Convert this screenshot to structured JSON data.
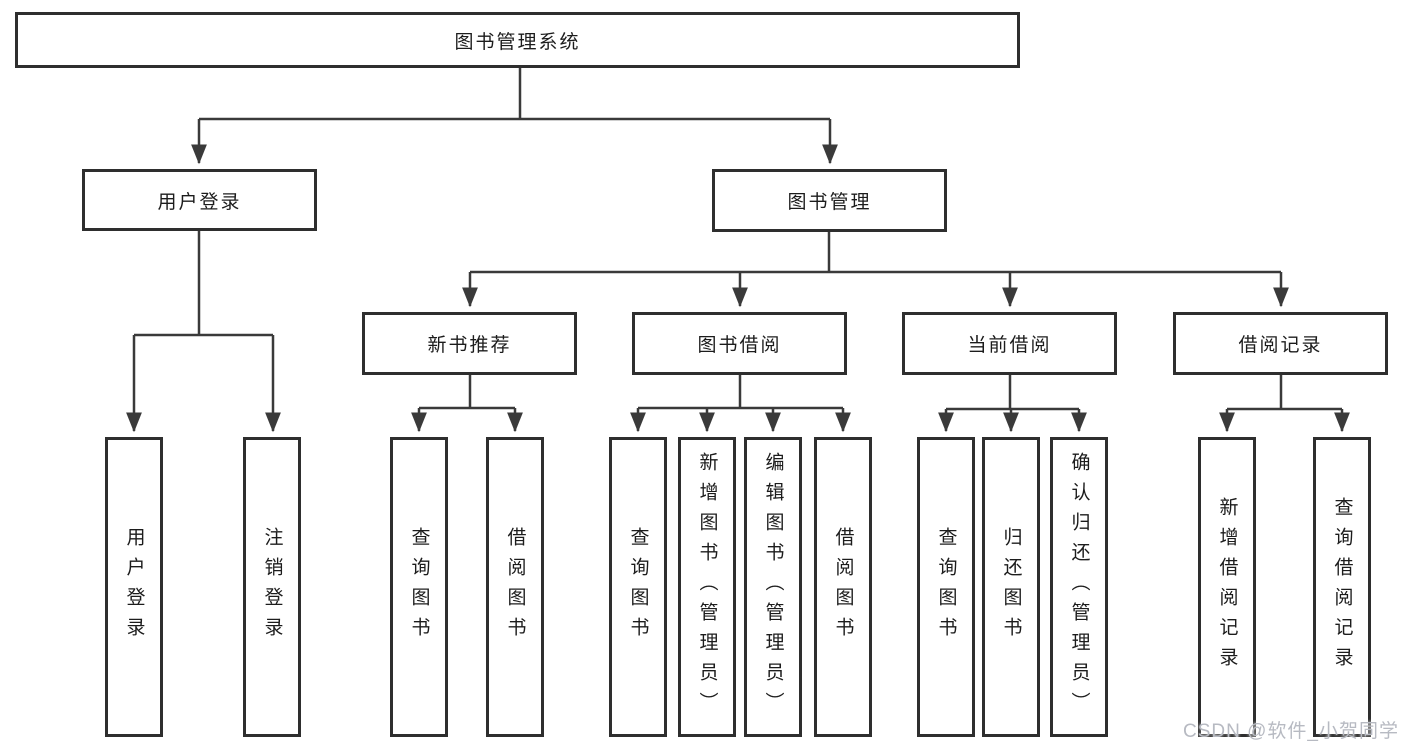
{
  "diagram": {
    "root": {
      "label": "图书管理系统"
    },
    "user_branch": {
      "label": "用户登录",
      "children": [
        {
          "label": "用户登录"
        },
        {
          "label": "注销登录"
        }
      ]
    },
    "book_branch": {
      "label": "图书管理",
      "sections": [
        {
          "label": "新书推荐",
          "children": [
            {
              "label": "查询图书"
            },
            {
              "label": "借阅图书"
            }
          ]
        },
        {
          "label": "图书借阅",
          "children": [
            {
              "label": "查询图书"
            },
            {
              "label": "新增图书（管理员）"
            },
            {
              "label": "编辑图书（管理员）"
            },
            {
              "label": "借阅图书"
            }
          ]
        },
        {
          "label": "当前借阅",
          "children": [
            {
              "label": "查询图书"
            },
            {
              "label": "归还图书"
            },
            {
              "label": "确认归还（管理员）"
            }
          ]
        },
        {
          "label": "借阅记录",
          "children": [
            {
              "label": "新增借阅记录"
            },
            {
              "label": "查询借阅记录"
            }
          ]
        }
      ]
    }
  },
  "watermark": {
    "text": "CSDN @软件_小贺同学"
  },
  "colors": {
    "box_border": "#2e2e2e",
    "connector": "#3a3a3a",
    "text": "#1c1c1c",
    "watermark": "#b7bac2",
    "background": "#ffffff"
  }
}
